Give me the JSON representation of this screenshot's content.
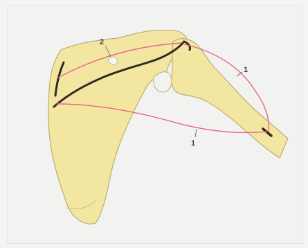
{
  "labels": {
    "top": "2",
    "right": "1",
    "bottom": "1"
  },
  "colors": {
    "bone": "#f3e6a0",
    "bone_outline": "#b9ad78",
    "ligament": "#e4678f",
    "axis": "#2f2a22"
  }
}
